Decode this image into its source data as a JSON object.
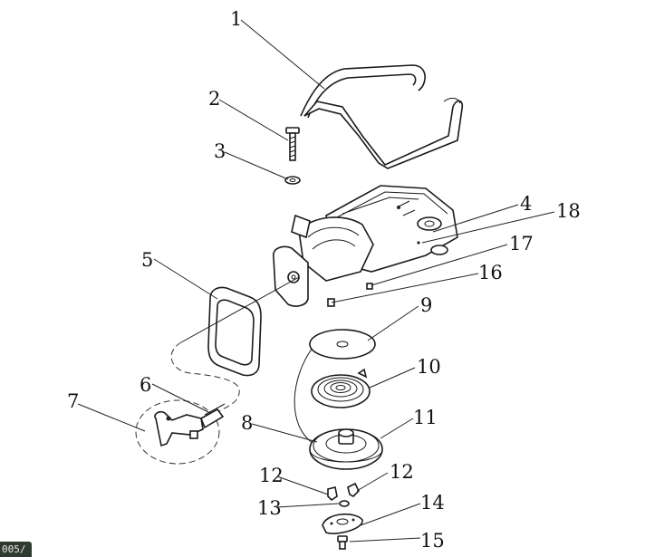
{
  "callouts": [
    "1",
    "2",
    "3",
    "4",
    "5",
    "6",
    "7",
    "8",
    "9",
    "10",
    "11",
    "12",
    "12",
    "13",
    "14",
    "15",
    "16",
    "17",
    "18"
  ],
  "corner_tag": "005/"
}
